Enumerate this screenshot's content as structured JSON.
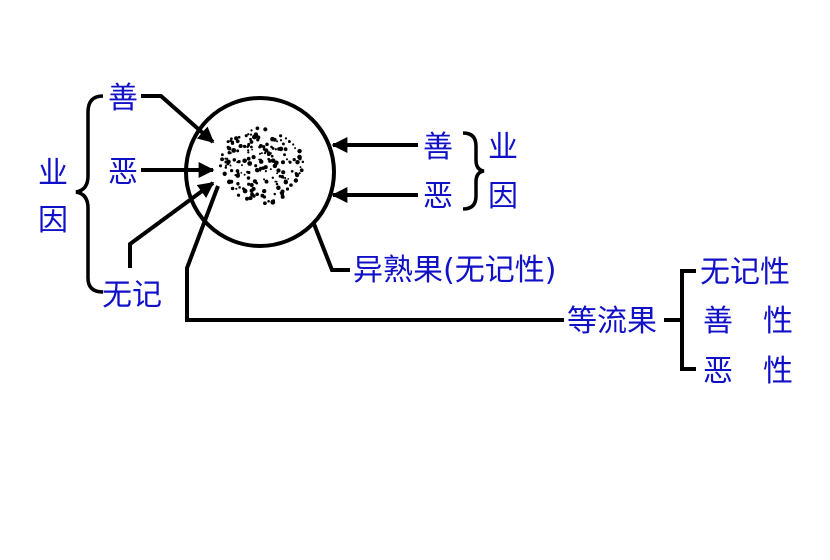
{
  "colors": {
    "text": "#1010c8",
    "line": "#000000",
    "background": "#ffffff"
  },
  "left_brace": {
    "label_top": "业",
    "label_bottom": "因"
  },
  "left_items": {
    "good": "善",
    "evil": "恶",
    "neutral": "无记"
  },
  "right_inputs": {
    "good": "善",
    "evil": "恶"
  },
  "right_brace": {
    "label_top": "业",
    "label_bottom": "因"
  },
  "outputs": {
    "vipaka": "异熟果(无记性)",
    "nisyanda": "等流果",
    "nisyanda_items": {
      "neutral": "无记性",
      "good": "善　性",
      "evil": "恶　性"
    }
  }
}
